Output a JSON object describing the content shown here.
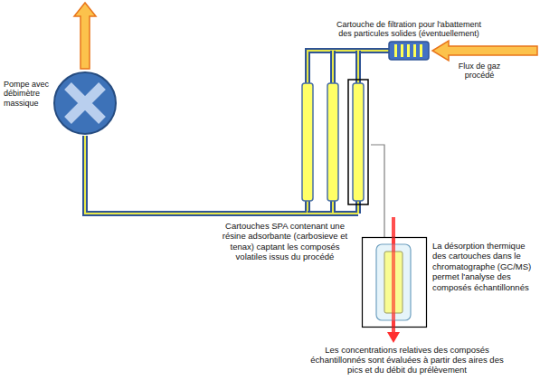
{
  "diagram": {
    "nodes": [
      {
        "text": [
          "Pompe avec débimètre massique"
        ]
      },
      {
        "text": [
          "Cartouche de filtration pour l'abattement des particules solides (éventuellement)"
        ]
      },
      {
        "text": [
          "Cartouches SPA contenant une résine adsorbante (carbosieve et tenax) captant les composés volatiles issus du procédé"
        ]
      },
      {
        "text": [
          "La désorption thermique des cartouches dans le chromatographe (GC/MS) permet l'analyse des composés échantillonnés"
        ]
      }
    ],
    "edges": [
      {
        "from": 1,
        "to": 2,
        "arrow": "none"
      },
      {
        "from": 2,
        "to": 0,
        "arrow": "none"
      },
      {
        "from": 2,
        "to": 3,
        "arrow": "none"
      }
    ],
    "labels": [
      "Flux de gaz procédé",
      "Les concentrations relatives des composés échantillonnés sont évaluées à partir des aires des pics et du débit du prélèvement"
    ]
  }
}
